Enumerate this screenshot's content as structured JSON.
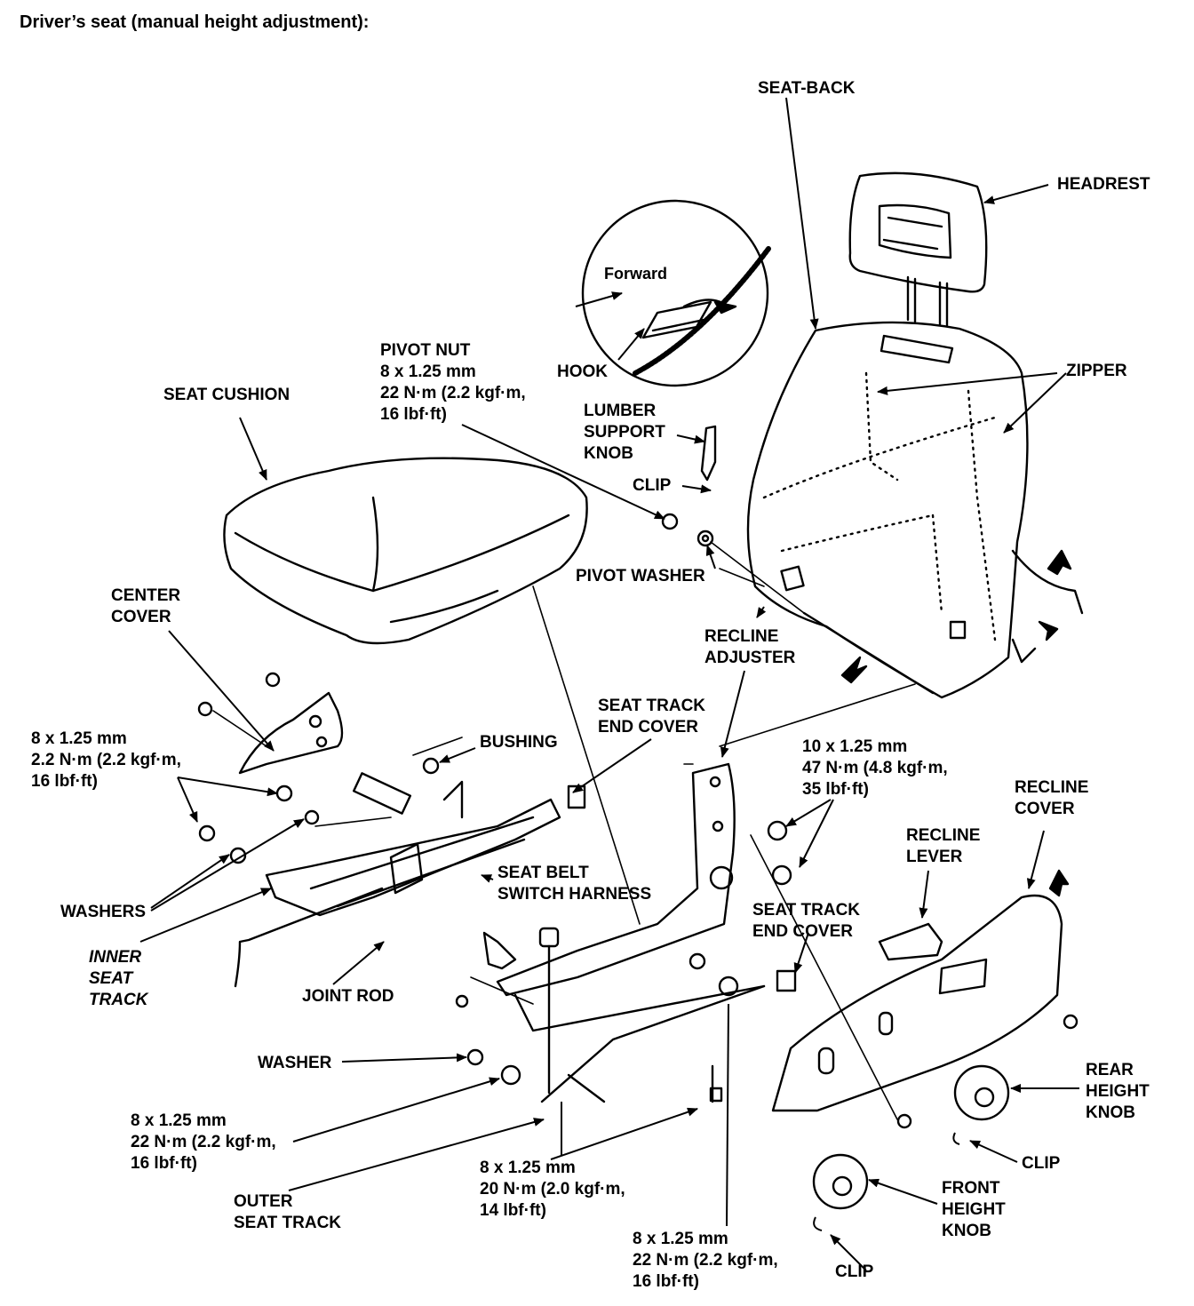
{
  "title": "Driver’s seat (manual height adjustment):",
  "inset": {
    "forward_label": "Forward"
  },
  "labels": {
    "seat_back": "SEAT-BACK",
    "headrest": "HEADREST",
    "zipper": "ZIPPER",
    "hook": "HOOK",
    "pivot_nut": [
      "PIVOT NUT",
      "8 x 1.25 mm",
      "22 N·m (2.2 kgf·m,",
      "16 lbf·ft)"
    ],
    "seat_cushion": "SEAT CUSHION",
    "lumber_support_knob": [
      "LUMBER",
      "SUPPORT",
      "KNOB"
    ],
    "clip_upper": "CLIP",
    "pivot_washer": "PIVOT WASHER",
    "center_cover": [
      "CENTER",
      "COVER"
    ],
    "recline_adjuster": [
      "RECLINE",
      "ADJUSTER"
    ],
    "seat_track_end_cover_1": [
      "SEAT TRACK",
      "END COVER"
    ],
    "bushing": "BUSHING",
    "bolt_left": [
      "8 x 1.25 mm",
      "2.2 N·m (2.2 kgf·m,",
      "16 lbf·ft)"
    ],
    "bolt_recline": [
      "10 x 1.25 mm",
      "47 N·m (4.8 kgf·m,",
      "35 lbf·ft)"
    ],
    "recline_cover": [
      "RECLINE",
      "COVER"
    ],
    "recline_lever": [
      "RECLINE",
      "LEVER"
    ],
    "seat_belt_switch_harness": [
      "SEAT BELT",
      "SWITCH HARNESS"
    ],
    "washers": "WASHERS",
    "inner_seat_track": [
      "INNER",
      "SEAT",
      "TRACK"
    ],
    "joint_rod": "JOINT ROD",
    "seat_track_end_cover_2": [
      "SEAT TRACK",
      "END COVER"
    ],
    "washer": "WASHER",
    "rear_height_knob": [
      "REAR",
      "HEIGHT",
      "KNOB"
    ],
    "bolt_outer": [
      "8 x 1.25 mm",
      "22 N·m (2.2 kgf·m,",
      "16 lbf·ft)"
    ],
    "clip_mid": "CLIP",
    "outer_seat_track": [
      "OUTER",
      "SEAT TRACK"
    ],
    "bolt_20nm": [
      "8 x 1.25 mm",
      "20 N·m (2.0 kgf·m,",
      "14 lbf·ft)"
    ],
    "front_height_knob": [
      "FRONT",
      "HEIGHT",
      "KNOB"
    ],
    "bolt_bottom": [
      "8 x 1.25 mm",
      "22 N·m (2.2 kgf·m,",
      "16 lbf·ft)"
    ],
    "clip_bottom": "CLIP"
  }
}
